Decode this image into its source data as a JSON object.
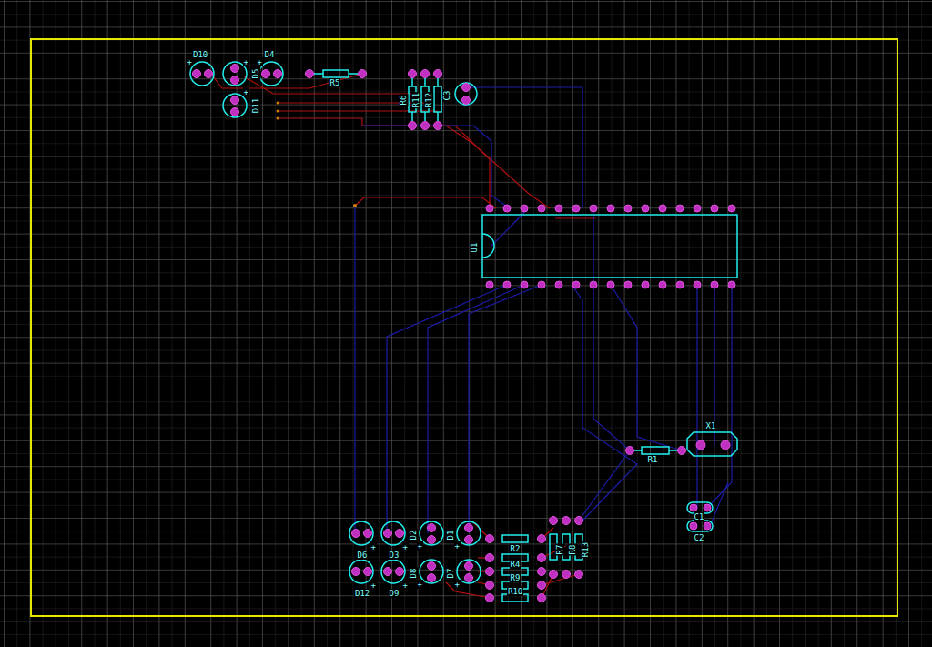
{
  "diagram": {
    "labels": [
      "D10",
      "+",
      "+",
      "D4",
      "+",
      "D5",
      "+",
      "D11",
      "R5",
      "R6",
      "R11",
      "R12",
      "C3",
      "U1",
      "X1",
      "R1",
      "C1",
      "C2",
      "D2",
      "D1",
      "R2",
      "R7",
      "R8",
      "R13",
      "+",
      "+",
      "+",
      "+",
      "D6",
      "D3",
      "R4",
      "R9",
      "D8",
      "D7",
      "+",
      "+",
      "+",
      "+",
      "R10",
      "D12",
      "D9"
    ]
  }
}
